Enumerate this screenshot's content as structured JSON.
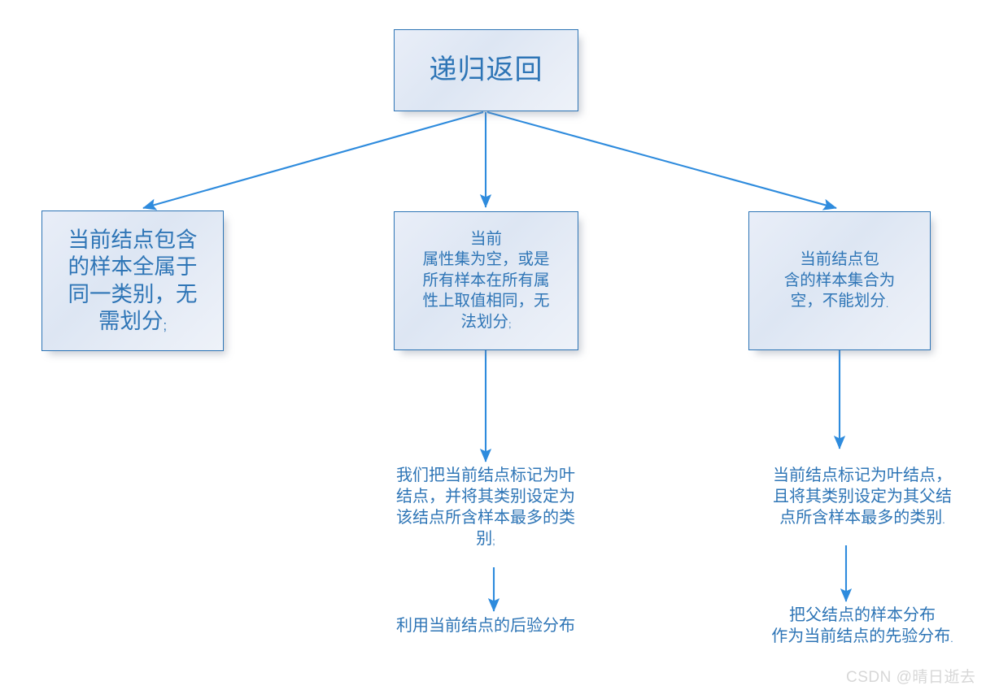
{
  "diagram": {
    "title": "递归返回",
    "nodes": {
      "root": {
        "label": "递归返回"
      },
      "left": {
        "label": "当前结点包含\n的样本全属于\n同一类别，无\n需划分",
        "tail": ";"
      },
      "middle": {
        "label": "当前\n属性集为空，或是\n所有样本在所有属\n性上取值相同，无\n法划分",
        "tail": ";"
      },
      "right": {
        "label": "当前结点包\n含的样本集合为\n空，不能划分",
        "tail": "."
      }
    },
    "captions": {
      "middle_primary": {
        "label": "我们把当前结点标记为叶\n结点，并将其类别设定为\n该结点所含样本最多的类\n别",
        "tail": ";"
      },
      "middle_secondary": {
        "label": "利用当前结点的后验分布",
        "tail": ""
      },
      "right_primary": {
        "label": "当前结点标记为叶结点，\n且将其类别设定为其父结\n点所含样本最多的类别",
        "tail": "."
      },
      "right_secondary": {
        "label": "把父结点的样本分布\n作为当前结点的先验分布",
        "tail": "."
      }
    },
    "colors": {
      "accent": "#2e75b6",
      "connector": "#2e8bdd",
      "node_fill_start": "#e9eef8",
      "node_fill_end": "#dde6f3",
      "watermark": "#d7d7d7"
    },
    "connectors": [
      {
        "name": "root-to-left",
        "from": "root",
        "to": "left"
      },
      {
        "name": "root-to-middle",
        "from": "root",
        "to": "middle"
      },
      {
        "name": "root-to-right",
        "from": "root",
        "to": "right"
      },
      {
        "name": "middle-to-caption",
        "from": "middle",
        "to": "middle_primary"
      },
      {
        "name": "middle-caption-to-caption",
        "from": "middle_primary",
        "to": "middle_secondary"
      },
      {
        "name": "right-to-caption",
        "from": "right",
        "to": "right_primary"
      },
      {
        "name": "right-caption-to-caption",
        "from": "right_primary",
        "to": "right_secondary"
      }
    ]
  },
  "watermark": {
    "text": "CSDN @晴日逝去"
  }
}
